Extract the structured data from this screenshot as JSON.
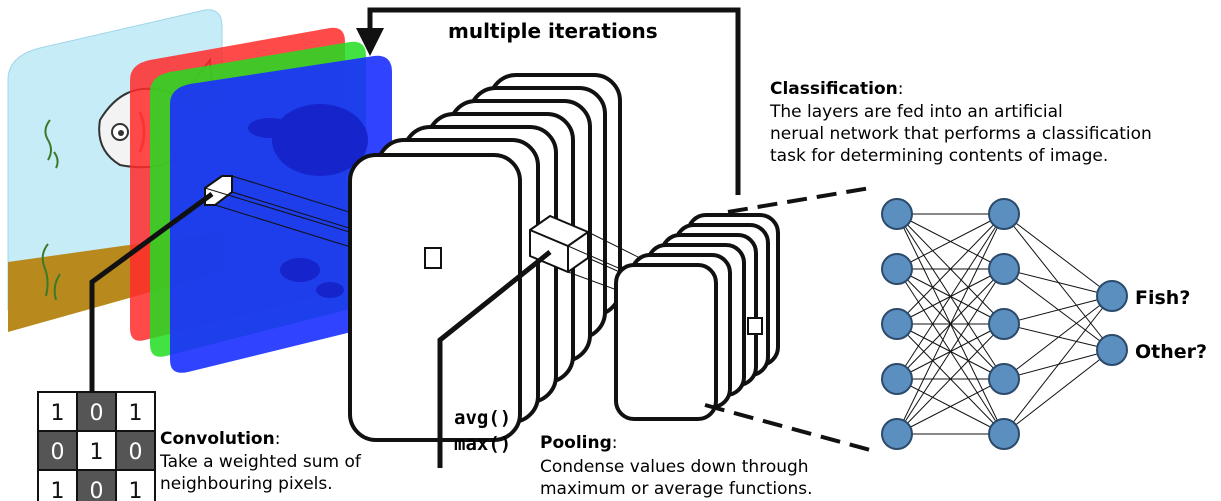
{
  "iterations_label": "multiple iterations",
  "classification": {
    "title": "Classification",
    "lines": [
      "The layers are fed into an artificial",
      "nerual network that performs a classification",
      "task for determining contents of image."
    ]
  },
  "convolution": {
    "title": "Convolution",
    "lines": [
      "Take a weighted sum of",
      "neighbouring pixels."
    ]
  },
  "pooling": {
    "title": "Pooling",
    "functions": [
      "avg()",
      "max()"
    ],
    "lines": [
      "Condense values down through",
      "maximum or average functions."
    ]
  },
  "kernel": [
    [
      "1",
      "0",
      "1"
    ],
    [
      "0",
      "1",
      "0"
    ],
    [
      "1",
      "0",
      "1"
    ]
  ],
  "outputs": [
    "Fish?",
    "Other?"
  ],
  "network": {
    "layers": [
      5,
      5,
      2
    ]
  },
  "colors": {
    "channel_red": "#ff2a2a",
    "channel_green": "#22dd22",
    "channel_blue": "#1a2fff",
    "sky": "#bfe8f5",
    "sand": "#b88a1c",
    "node": "#5b8fc0",
    "node_stroke": "#2c4a6a",
    "line": "#111111"
  }
}
